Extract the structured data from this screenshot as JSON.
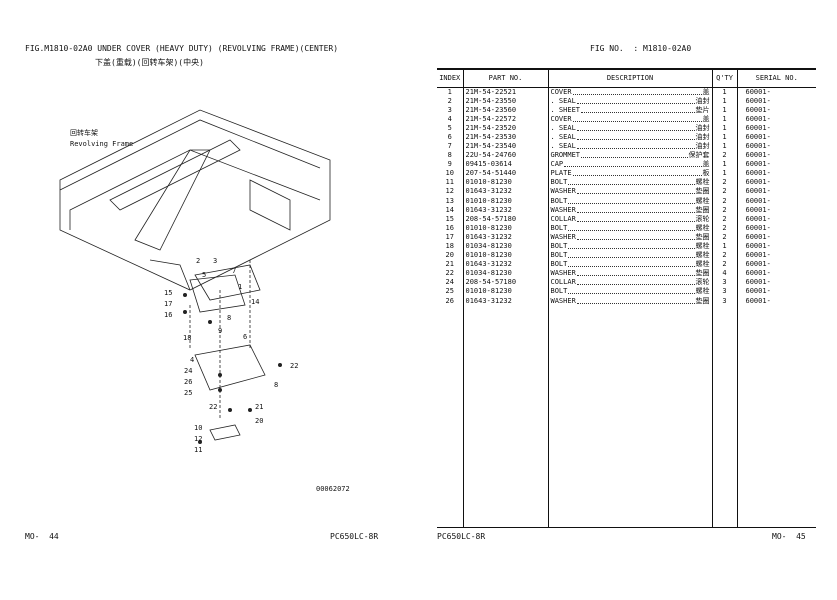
{
  "left_page": {
    "fig_title": "FIG.M1810-02A0    UNDER COVER (HEAVY DUTY) (REVOLVING FRAME)(CENTER)",
    "fig_title_cn": "下盖(重载)(回转车架)(中央)",
    "frame_label_cn": "回转车架",
    "frame_label": "Revolving Frame",
    "drawing_number": "00062072",
    "callouts": [
      "2",
      "3",
      "5",
      "7",
      "1",
      "15",
      "17",
      "16",
      "14",
      "8",
      "9",
      "18",
      "6",
      "4",
      "24",
      "26",
      "25",
      "22",
      "8",
      "22",
      "21",
      "20",
      "10",
      "12",
      "11"
    ],
    "footer_page": "MO-  44",
    "footer_model": "PC650LC-8R"
  },
  "right_page": {
    "fig_no": "FIG NO.  : M1810-02A0",
    "headers": {
      "index": "INDEX",
      "part": "PART  NO.",
      "desc": "DESCRIPTION",
      "qty": "Q'TY",
      "serial": "SERIAL NO."
    },
    "rows": [
      {
        "index": "1",
        "part": "21M-54-22521",
        "desc": "COVER",
        "cn": "盖",
        "qty": "1",
        "serial": "60001-"
      },
      {
        "index": "2",
        "part": "21M-54-23550",
        "desc": ". SEAL",
        "cn": "油封",
        "qty": "1",
        "serial": "60001-"
      },
      {
        "index": "3",
        "part": "21M-54-23560",
        "desc": ". SHEET",
        "cn": "垫片",
        "qty": "1",
        "serial": "60001-"
      },
      {
        "index": "4",
        "part": "21M-54-22572",
        "desc": "COVER",
        "cn": "盖",
        "qty": "1",
        "serial": "60001-"
      },
      {
        "index": "5",
        "part": "21M-54-23520",
        "desc": ". SEAL",
        "cn": "油封",
        "qty": "1",
        "serial": "60001-"
      },
      {
        "index": "6",
        "part": "21M-54-23530",
        "desc": ". SEAL",
        "cn": "油封",
        "qty": "1",
        "serial": "60001-"
      },
      {
        "index": "7",
        "part": "21M-54-23540",
        "desc": ". SEAL",
        "cn": "油封",
        "qty": "1",
        "serial": "60001-"
      },
      {
        "index": "8",
        "part": "22U-54-24760",
        "desc": "GROMMET",
        "cn": "保护套",
        "qty": "2",
        "serial": "60001-"
      },
      {
        "index": "9",
        "part": "09415-03614",
        "desc": "CAP",
        "cn": "盖",
        "qty": "1",
        "serial": "60001-"
      },
      {
        "index": "10",
        "part": "207-54-51440",
        "desc": "PLATE",
        "cn": "板",
        "qty": "1",
        "serial": "60001-"
      },
      {
        "index": "11",
        "part": "01010-81230",
        "desc": "BOLT",
        "cn": "螺栓",
        "qty": "2",
        "serial": "60001-"
      },
      {
        "index": "12",
        "part": "01643-31232",
        "desc": "WASHER",
        "cn": "垫圈",
        "qty": "2",
        "serial": "60001-"
      },
      {
        "index": "13",
        "part": "01010-81230",
        "desc": "BOLT",
        "cn": "螺栓",
        "qty": "2",
        "serial": "60001-"
      },
      {
        "index": "14",
        "part": "01643-31232",
        "desc": "WASHER",
        "cn": "垫圈",
        "qty": "2",
        "serial": "60001-"
      },
      {
        "index": "15",
        "part": "208-54-57180",
        "desc": "COLLAR",
        "cn": "滚轮",
        "qty": "2",
        "serial": "60001-"
      },
      {
        "index": "16",
        "part": "01010-81230",
        "desc": "BOLT",
        "cn": "螺栓",
        "qty": "2",
        "serial": "60001-"
      },
      {
        "index": "17",
        "part": "01643-31232",
        "desc": "WASHER",
        "cn": "垫圈",
        "qty": "2",
        "serial": "60001-"
      },
      {
        "index": "18",
        "part": "01034-81230",
        "desc": "BOLT",
        "cn": "螺栓",
        "qty": "1",
        "serial": "60001-"
      },
      {
        "index": "20",
        "part": "01010-81230",
        "desc": "BOLT",
        "cn": "螺栓",
        "qty": "2",
        "serial": "60001-"
      },
      {
        "index": "21",
        "part": "01643-31232",
        "desc": "BOLT",
        "cn": "螺栓",
        "qty": "2",
        "serial": "60001-"
      },
      {
        "index": "22",
        "part": "01034-81230",
        "desc": "WASHER",
        "cn": "垫圈",
        "qty": "4",
        "serial": "60001-"
      },
      {
        "index": "24",
        "part": "208-54-57180",
        "desc": "COLLAR",
        "cn": "滚轮",
        "qty": "3",
        "serial": "60001-"
      },
      {
        "index": "25",
        "part": "01010-81230",
        "desc": "BOLT",
        "cn": "螺栓",
        "qty": "3",
        "serial": "60001-"
      },
      {
        "index": "26",
        "part": "01643-31232",
        "desc": "WASHER",
        "cn": "垫圈",
        "qty": "3",
        "serial": "60001-"
      }
    ],
    "footer_model": "PC650LC-8R",
    "footer_page": "MO-  45"
  }
}
